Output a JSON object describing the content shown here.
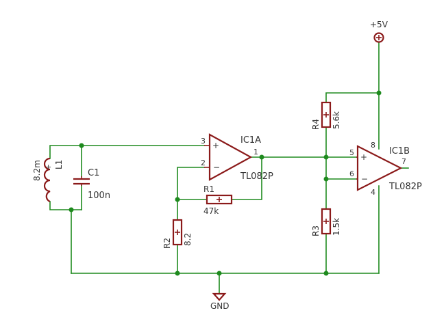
{
  "components": {
    "power": {
      "label": "+5V"
    },
    "ground": {
      "label": "GND"
    },
    "L1": {
      "name": "L1",
      "value": "8.2m"
    },
    "C1": {
      "name": "C1",
      "value": "100n"
    },
    "R1": {
      "name": "R1",
      "value": "47k"
    },
    "R2": {
      "name": "R2",
      "value": "8.2"
    },
    "R3": {
      "name": "R3",
      "value": "1.5k"
    },
    "R4": {
      "name": "R4",
      "value": "5.6k"
    },
    "IC1A": {
      "name": "IC1A",
      "part": "TL082P",
      "pins": {
        "noninv": "3",
        "inv": "2",
        "out": "1"
      }
    },
    "IC1B": {
      "name": "IC1B",
      "part": "TL082P",
      "pins": {
        "noninv": "5",
        "inv": "6",
        "out": "7",
        "vcc": "8",
        "gnd": "4"
      }
    }
  },
  "colors": {
    "wire": "#1e8a1e",
    "component": "#8b1a1a",
    "text": "#333333"
  }
}
